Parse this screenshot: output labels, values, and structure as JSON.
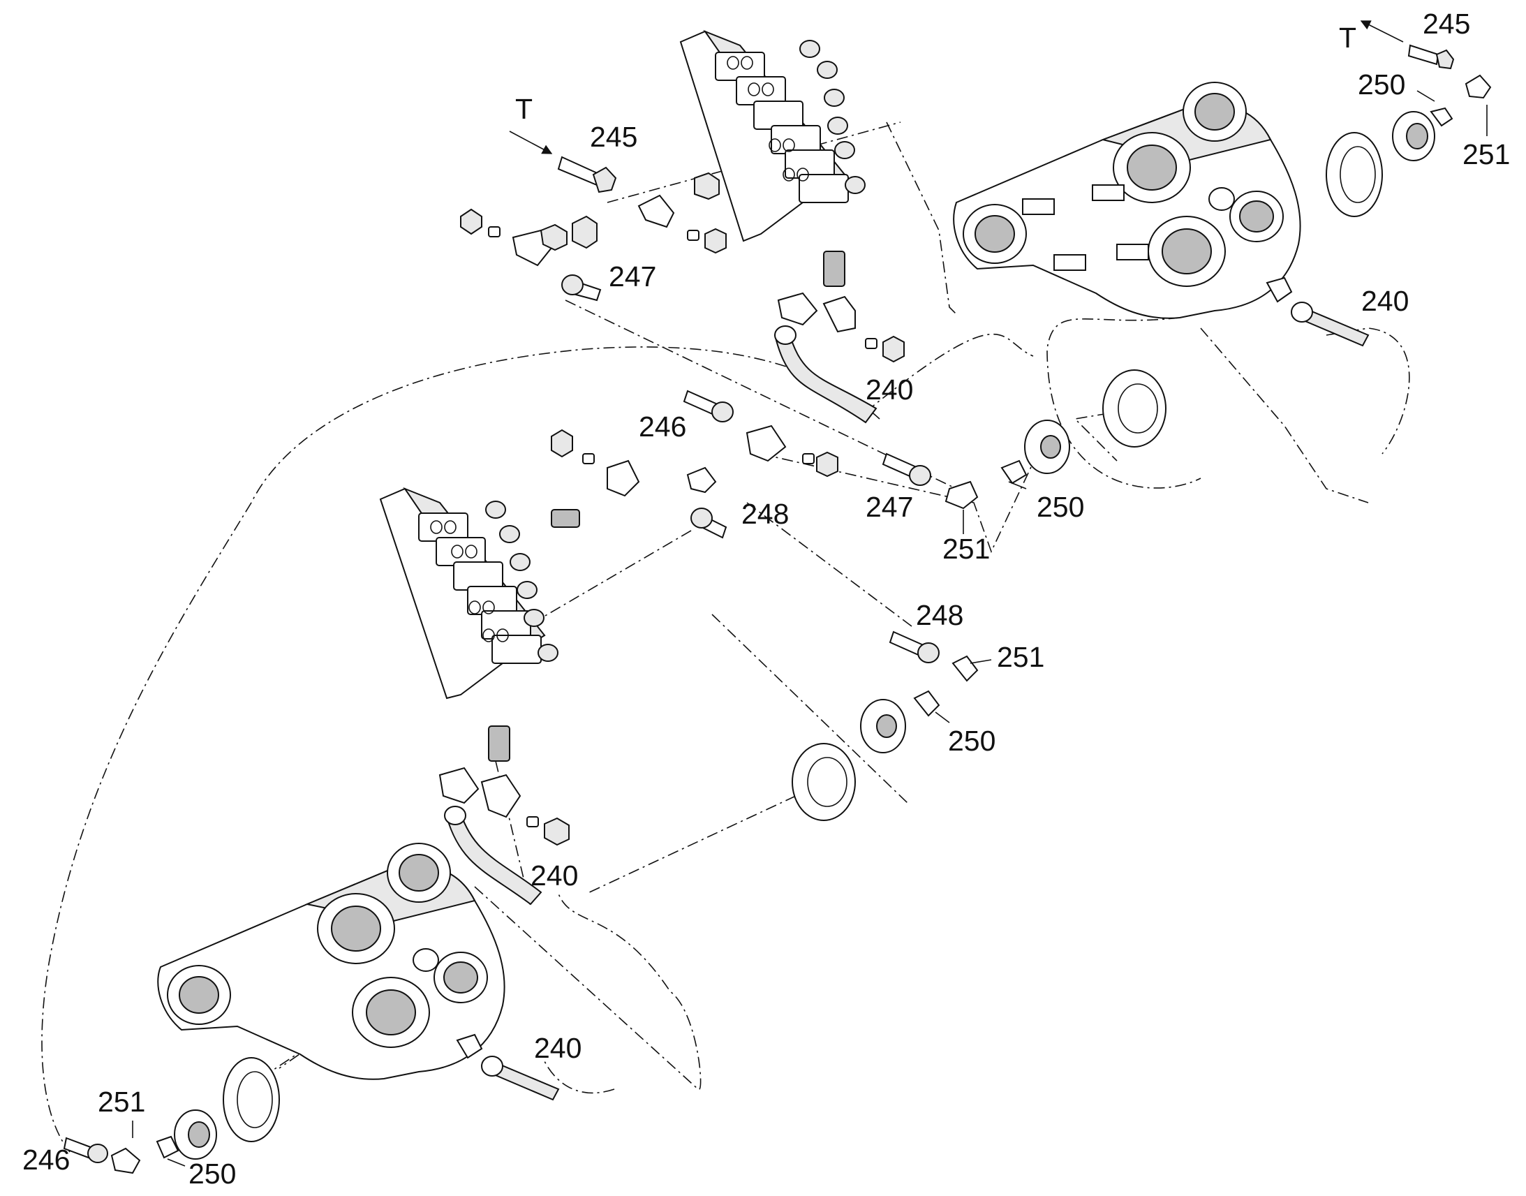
{
  "colors": {
    "line": "#111111",
    "background": "#ffffff"
  },
  "callouts": {
    "c240a": "240",
    "c240b": "240",
    "c240c": "240",
    "c240d": "240",
    "c245a": "245",
    "c245b": "245",
    "c246a": "246",
    "c246b": "246",
    "c247a": "247",
    "c247b": "247",
    "c248a": "248",
    "c248b": "248",
    "c250a": "250",
    "c250b": "250",
    "c250c": "250",
    "c250d": "250",
    "c251a": "251",
    "c251b": "251",
    "c251c": "251",
    "c251d": "251",
    "tA": "T",
    "tB": "T"
  }
}
